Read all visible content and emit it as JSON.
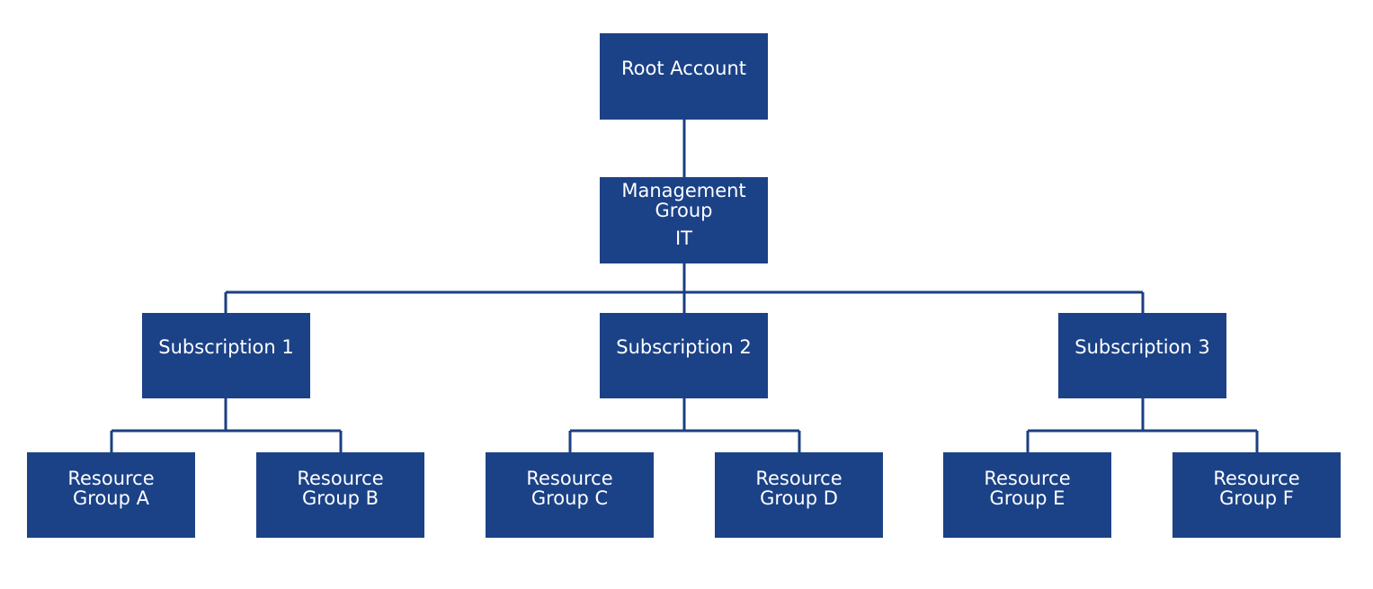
{
  "diagram": {
    "root": {
      "label": "Root Account"
    },
    "management_group": {
      "line1": "Management",
      "line2": "Group",
      "line3": "IT"
    },
    "subscriptions": [
      {
        "label": "Subscription 1"
      },
      {
        "label": "Subscription 2"
      },
      {
        "label": "Subscription 3"
      }
    ],
    "resource_groups": [
      {
        "line1": "Resource",
        "line2": "Group A"
      },
      {
        "line1": "Resource",
        "line2": "Group B"
      },
      {
        "line1": "Resource",
        "line2": "Group C"
      },
      {
        "line1": "Resource",
        "line2": "Group D"
      },
      {
        "line1": "Resource",
        "line2": "Group E"
      },
      {
        "line1": "Resource",
        "line2": "Group F"
      }
    ],
    "colors": {
      "box": "#1b4287",
      "connector": "#1b3f82",
      "text": "#ffffff"
    }
  }
}
